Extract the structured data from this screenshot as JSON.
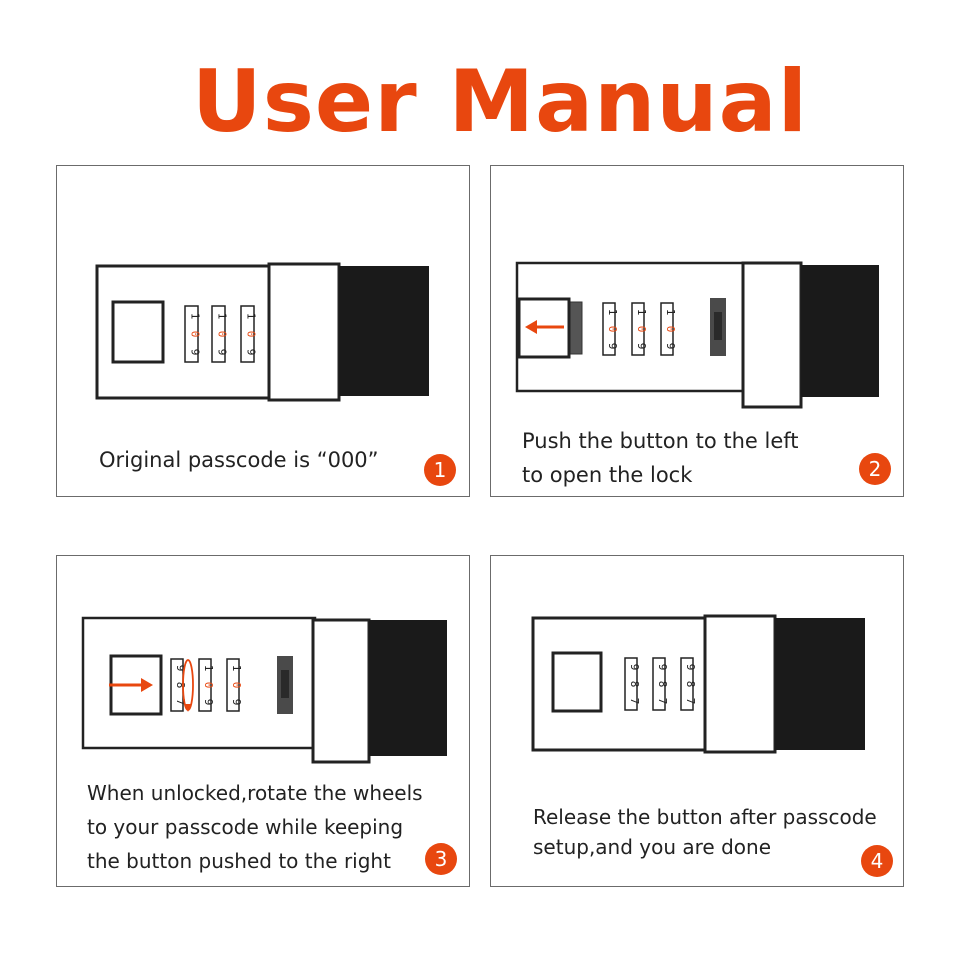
{
  "title": "User Manual",
  "accent_color": "#e8470f",
  "steps": [
    {
      "number": "1",
      "lines": [
        "Original  passcode is “000”"
      ]
    },
    {
      "number": "2",
      "lines": [
        "Push the button to the left",
        "to open the lock"
      ]
    },
    {
      "number": "3",
      "lines": [
        "When unlocked,rotate the wheels",
        "to your passcode while keeping",
        "the button pushed to the right"
      ]
    },
    {
      "number": "4",
      "lines": [
        "Release the button after passcode",
        "setup,and you are done"
      ]
    }
  ],
  "wheels": {
    "original": [
      "1",
      "0",
      "9"
    ],
    "set": [
      "9",
      "8",
      "7"
    ]
  },
  "icons": [
    "arrow-left-icon",
    "arrow-right-icon",
    "rotate-arrow-icon"
  ]
}
